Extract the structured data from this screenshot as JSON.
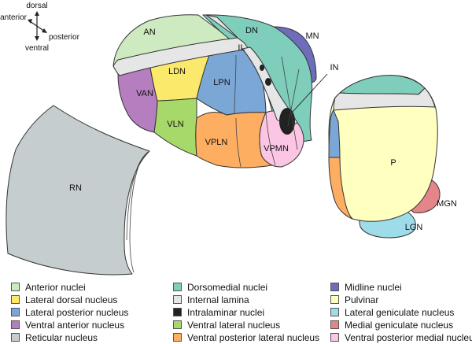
{
  "orientation": {
    "dorsal": "dorsal",
    "anterior": "anterior",
    "posterior": "posterior",
    "ventral": "ventral"
  },
  "labels": {
    "AN": "AN",
    "DN": "DN",
    "MN": "MN",
    "IL": "IL",
    "IN": "IN",
    "LDN": "LDN",
    "LPN": "LPN",
    "VAN": "VAN",
    "VLN": "VLN",
    "VPLN": "VPLN",
    "VPMN": "VPMN",
    "RN": "RN",
    "P": "P",
    "MGN": "MGN",
    "LGN": "LGN"
  },
  "colors": {
    "anterior": "#cdeac0",
    "dorsomedial": "#7fcdbb",
    "midline": "#6f6dbb",
    "lateral_dorsal": "#fbe96b",
    "internal_lamina": "#e6e6e6",
    "pulvinar": "#ffffbf",
    "lateral_posterior": "#7ba7d6",
    "intralaminar": "#222222",
    "lateral_geniculate": "#9fdcea",
    "ventral_anterior": "#b57ebf",
    "ventral_lateral": "#a6d96a",
    "medial_geniculate": "#e5858a",
    "reticular": "#c5cdce",
    "ventral_posterior_lateral": "#fdae61",
    "ventral_posterior_medial": "#fbc6e4"
  },
  "legend": {
    "columns": [
      [
        {
          "label": "Anterior nuclei",
          "color": "#cdeac0",
          "icon": "anterior-nuclei-swatch"
        },
        {
          "label": "Lateral dorsal nucleus",
          "color": "#fbe96b",
          "icon": "lateral-dorsal-swatch"
        },
        {
          "label": "Lateral posterior nucleus",
          "color": "#7ba7d6",
          "icon": "lateral-posterior-swatch"
        },
        {
          "label": "Ventral anterior nucleus",
          "color": "#b57ebf",
          "icon": "ventral-anterior-swatch"
        },
        {
          "label": "Reticular nucleus",
          "color": "#c5cdce",
          "icon": "reticular-swatch"
        }
      ],
      [
        {
          "label": "Dorsomedial nuclei",
          "color": "#7fcdbb",
          "icon": "dorsomedial-swatch"
        },
        {
          "label": "Internal lamina",
          "color": "#e6e6e6",
          "icon": "internal-lamina-swatch"
        },
        {
          "label": "Intralaminar nuclei",
          "color": "#222222",
          "icon": "intralaminar-swatch"
        },
        {
          "label": "Ventral lateral nucleus",
          "color": "#a6d96a",
          "icon": "ventral-lateral-swatch"
        },
        {
          "label": "Ventral posterior lateral nucleus",
          "color": "#fdae61",
          "icon": "ventral-posterior-lateral-swatch"
        }
      ],
      [
        {
          "label": "Midline nuclei",
          "color": "#6f6dbb",
          "icon": "midline-swatch"
        },
        {
          "label": "Pulvinar",
          "color": "#ffffbf",
          "icon": "pulvinar-swatch"
        },
        {
          "label": "Lateral geniculate nucleus",
          "color": "#9fdcea",
          "icon": "lateral-geniculate-swatch"
        },
        {
          "label": "Medial geniculate nucleus",
          "color": "#e5858a",
          "icon": "medial-geniculate-swatch"
        },
        {
          "label": "Ventral posterior medial nucleus",
          "color": "#fbc6e4",
          "icon": "ventral-posterior-medial-swatch"
        }
      ]
    ]
  }
}
